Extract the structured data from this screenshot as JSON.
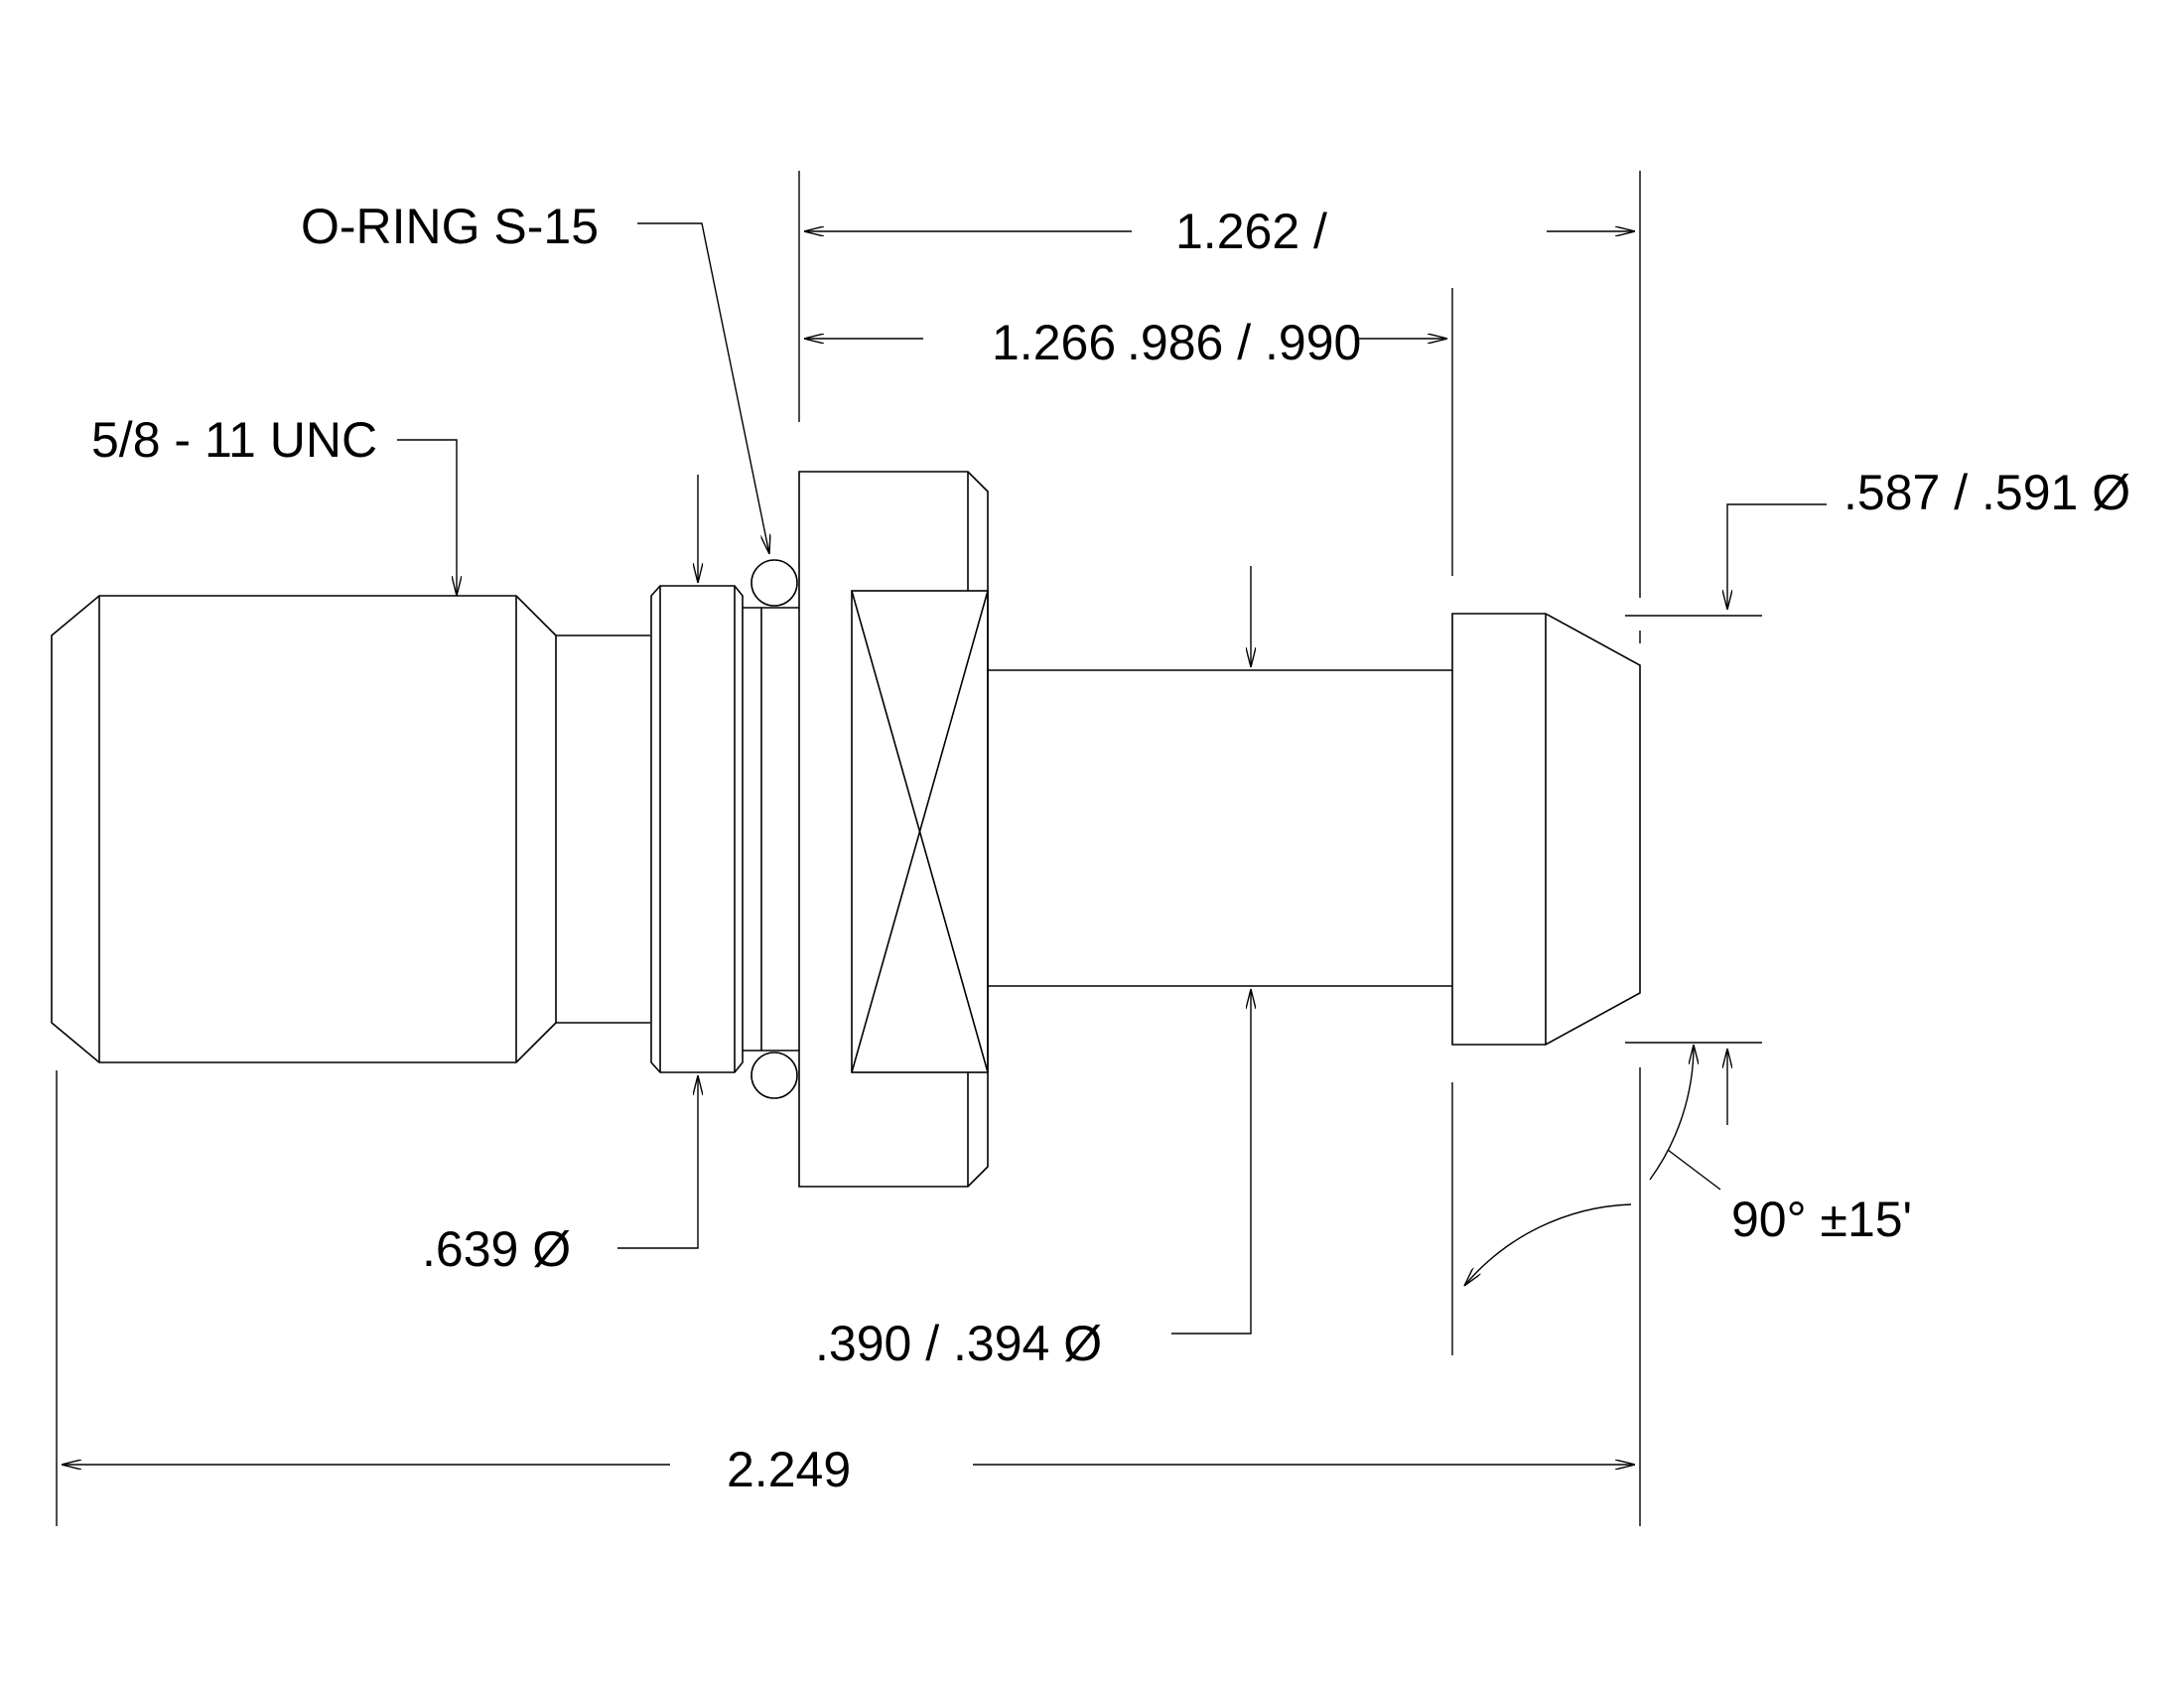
{
  "colors": {
    "line": "#000000",
    "blue": "#0000ff",
    "red": "#ff0000",
    "green": "#009900"
  },
  "labels": {
    "oring": "O-RING S-15",
    "thread": "5/8 - 11 UNC",
    "dim_overall_top": "1.262 /",
    "dim_overall_top_2": "1.266",
    "dim_shank_len": ".986 / .990",
    "dim_head_dia": ".587 / .591 Ø",
    "dim_collar_dia": ".639 Ø",
    "dim_shank_dia": ".390 / .394 Ø",
    "dim_total_len": "2.249",
    "angle_tol": "90° ±15'"
  }
}
